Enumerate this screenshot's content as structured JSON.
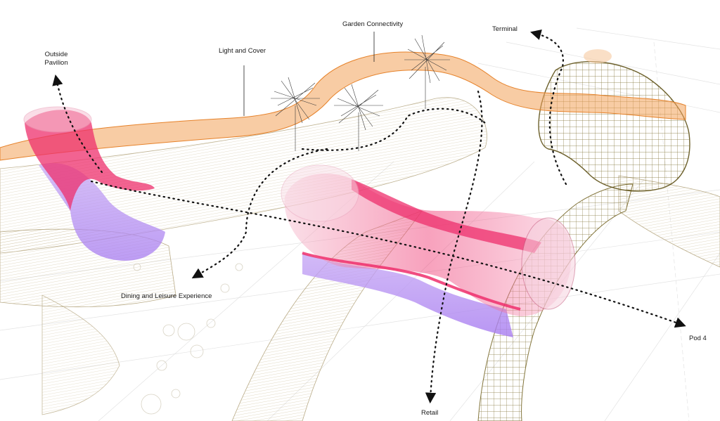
{
  "labels": {
    "garden_connectivity": "Garden Connectivity",
    "terminal": "Terminal",
    "light_and_cover": "Light and Cover",
    "outside_pavilion_line1": "Outside",
    "outside_pavilion_line2": "Pavilion",
    "dining_and_leisure": "Dining and Leisure Experience",
    "pod_4": "Pod 4",
    "retail": "Retail"
  },
  "colors": {
    "orange_canopy": "#f3a35a",
    "pink_tube": "#ee2f6c",
    "violet_tube": "#a77cf0",
    "olive_frame": "#7a6a22",
    "tan_wire": "#cdbf9c",
    "tree_gray": "#3a3a3a",
    "leader_line": "#222222"
  }
}
